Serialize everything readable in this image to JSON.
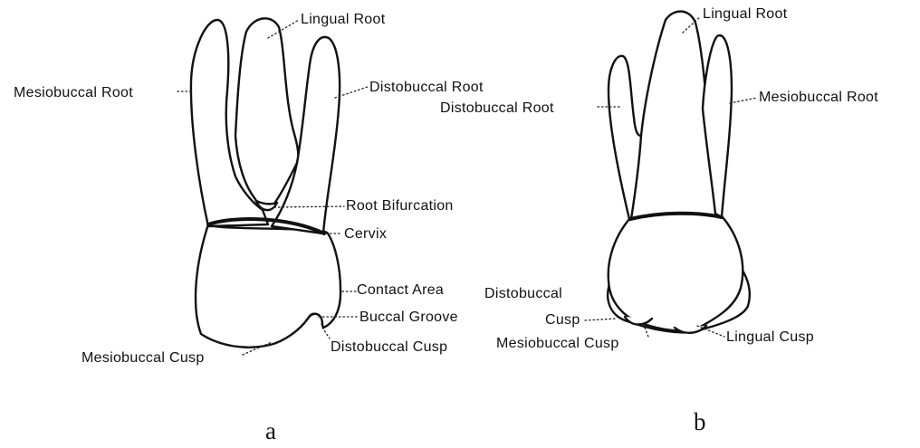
{
  "view_a": {
    "caption": "a",
    "labels": {
      "lingual_root": "Lingual Root",
      "mesiobuccal_root": "Mesiobuccal Root",
      "distobuccal_root": "Distobuccal Root",
      "root_bifurcation": "Root Bifurcation",
      "cervix": "Cervix",
      "contact_area": "Contact Area",
      "buccal_groove": "Buccal Groove",
      "distobuccal_cusp": "Distobuccal Cusp",
      "mesiobuccal_cusp": "Mesiobuccal Cusp"
    }
  },
  "view_b": {
    "caption": "b",
    "labels": {
      "lingual_root": "Lingual Root",
      "distobuccal_root": "Distobuccal Root",
      "mesiobuccal_root": "Mesiobuccal Root",
      "distobuccal_cusp_line1": "Distobuccal",
      "distobuccal_cusp_line2": "Cusp",
      "mesiobuccal_cusp": "Mesiobuccal Cusp",
      "lingual_cusp": "Lingual Cusp"
    }
  }
}
